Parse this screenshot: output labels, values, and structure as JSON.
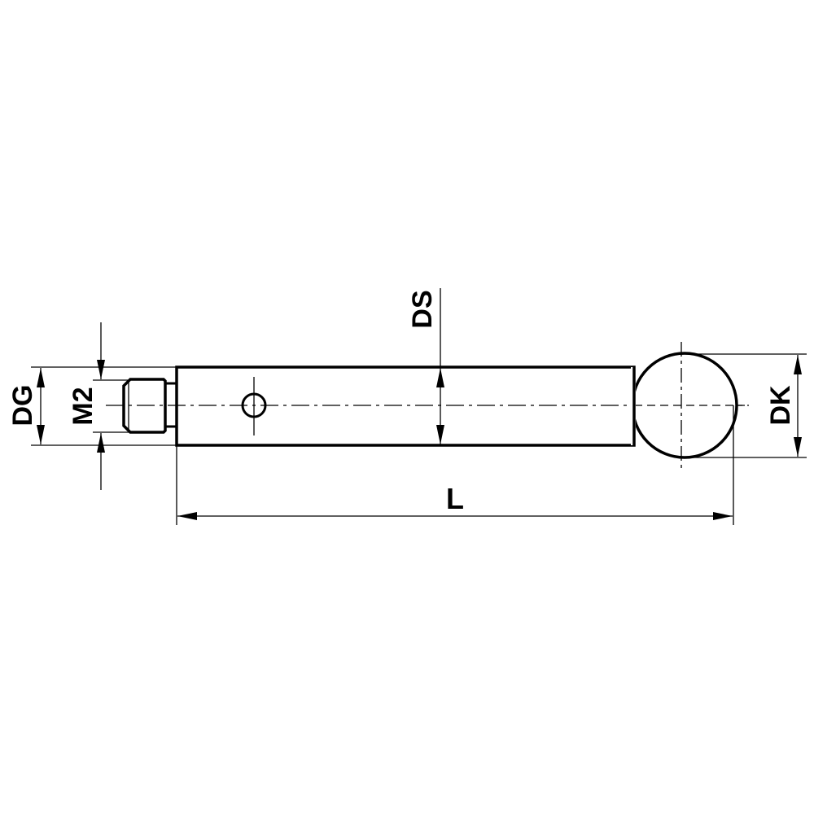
{
  "drawing": {
    "type": "technical-drawing",
    "subject": "stylus with M2 thread and ball tip",
    "line_color": "#000000",
    "background": "#ffffff"
  },
  "dimensions": {
    "dg": {
      "label": "DG"
    },
    "m2": {
      "label": "M2"
    },
    "ds": {
      "label": "DS"
    },
    "dk": {
      "label": "DK"
    },
    "l": {
      "label": "L"
    }
  }
}
